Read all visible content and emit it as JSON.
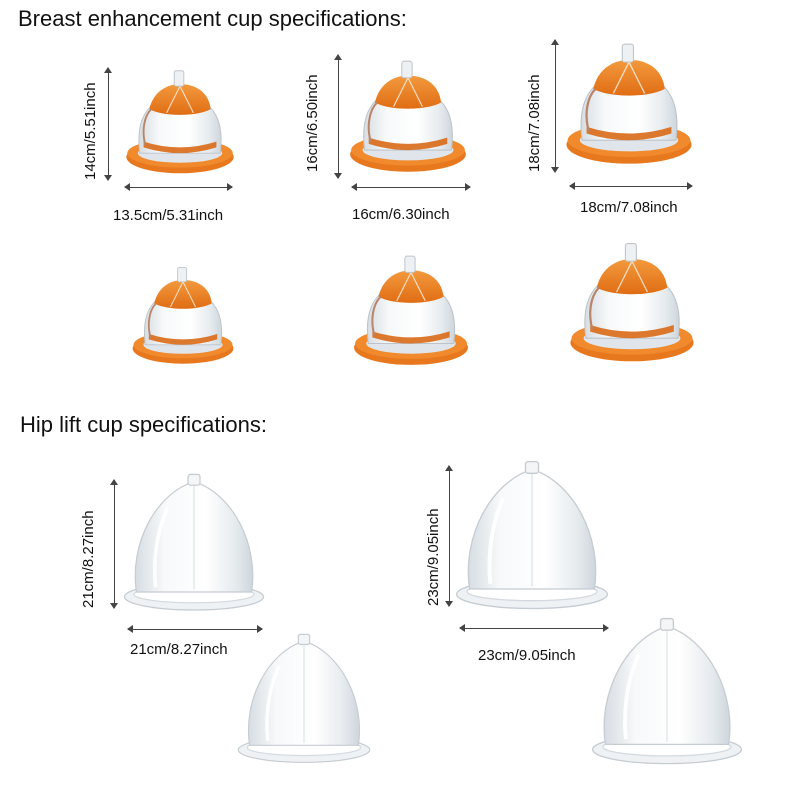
{
  "headings": {
    "breast": "Breast enhancement cup specifications:",
    "hip": "Hip lift cup specifications:"
  },
  "breast_cups": [
    {
      "height": "14cm/5.51inch",
      "width": "13.5cm/5.31inch"
    },
    {
      "height": "16cm/6.50inch",
      "width": "16cm/6.30inch"
    },
    {
      "height": "18cm/7.08inch",
      "width": "18cm/7.08inch"
    }
  ],
  "hip_cups": [
    {
      "height": "21cm/8.27inch",
      "width": "21cm/8.27inch"
    },
    {
      "height": "23cm/9.05inch",
      "width": "23cm/9.05inch"
    }
  ],
  "colors": {
    "orange": "#e8781e",
    "orange_dark": "#c85f10",
    "clear": "#e9eef2",
    "arrow": "#444444"
  }
}
